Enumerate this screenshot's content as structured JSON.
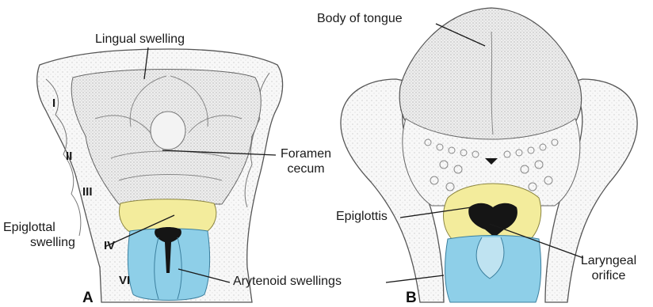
{
  "colors": {
    "yellow": "#f3ec9c",
    "blue": "#8ecfe8",
    "tissue": "#f7f7f7",
    "dark": "#151515"
  },
  "panel_a": {
    "letter": "A",
    "labels": {
      "lingual_swelling": "Lingual swelling",
      "foramen_cecum_1": "Foramen",
      "foramen_cecum_2": "cecum",
      "epiglottal_swelling_1": "Epiglottal",
      "epiglottal_swelling_2": "swelling"
    },
    "arches": [
      "I",
      "II",
      "III",
      "IV",
      "VI"
    ]
  },
  "panel_b": {
    "letter": "B",
    "labels": {
      "body_of_tongue": "Body of tongue",
      "epiglottis": "Epiglottis",
      "laryngeal_orifice_1": "Laryngeal",
      "laryngeal_orifice_2": "orifice"
    }
  },
  "shared": {
    "arytenoid_swellings": "Arytenoid swellings"
  }
}
